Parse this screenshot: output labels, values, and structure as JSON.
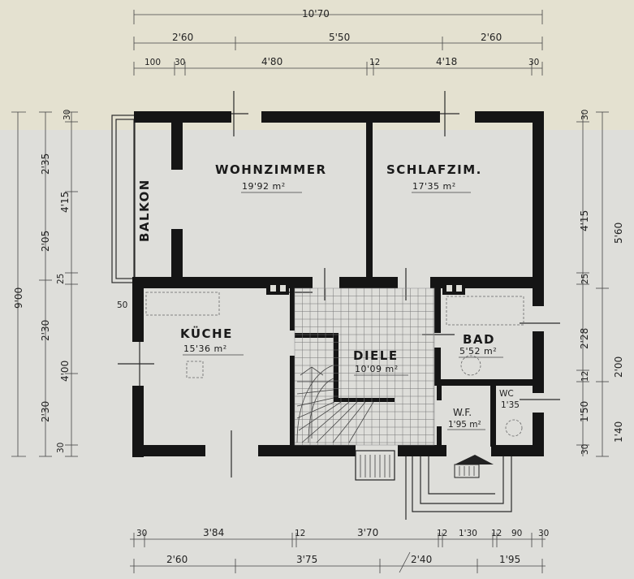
{
  "rooms": {
    "wohnzimmer": {
      "name": "WOHNZIMMER",
      "area": "19'92 m²"
    },
    "schlafzimmer": {
      "name": "SCHLAFZIM.",
      "area": "17'35 m²"
    },
    "balkon": {
      "name": "BALKON"
    },
    "kueche": {
      "name": "KÜCHE",
      "area": "15'36 m²"
    },
    "diele": {
      "name": "DIELE",
      "area": "10'09 m²"
    },
    "bad": {
      "name": "BAD",
      "area": "5'52 m²"
    },
    "wc": {
      "name": "WC",
      "area": "1'35"
    },
    "wf": {
      "name": "W.F.",
      "area": "1'95 m²"
    }
  },
  "dims_top": {
    "overall": "10'70",
    "row2": [
      "2'60",
      "5'50",
      "2'60"
    ],
    "row3": [
      "100",
      "30",
      "4'80",
      "12",
      "4'18",
      "30"
    ]
  },
  "dims_bottom": {
    "row1": [
      "30",
      "3'84",
      "12",
      "3'70",
      "12",
      "1'30",
      "12",
      "90",
      "30"
    ],
    "row2": [
      "2'60",
      "3'75",
      "2'40",
      "1'95"
    ]
  },
  "dims_left": {
    "overall": "9'00",
    "outer": [
      "4'15",
      "4'00"
    ],
    "inner": [
      "30",
      "2'35",
      "2'05",
      "25",
      "50",
      "2'30",
      "2'30",
      "30"
    ]
  },
  "dims_right": {
    "outer": [
      "5'60",
      "2'00",
      "1'40"
    ],
    "inner": [
      "30",
      "4'15",
      "25",
      "2'28",
      "12",
      "1'50",
      "30"
    ]
  }
}
